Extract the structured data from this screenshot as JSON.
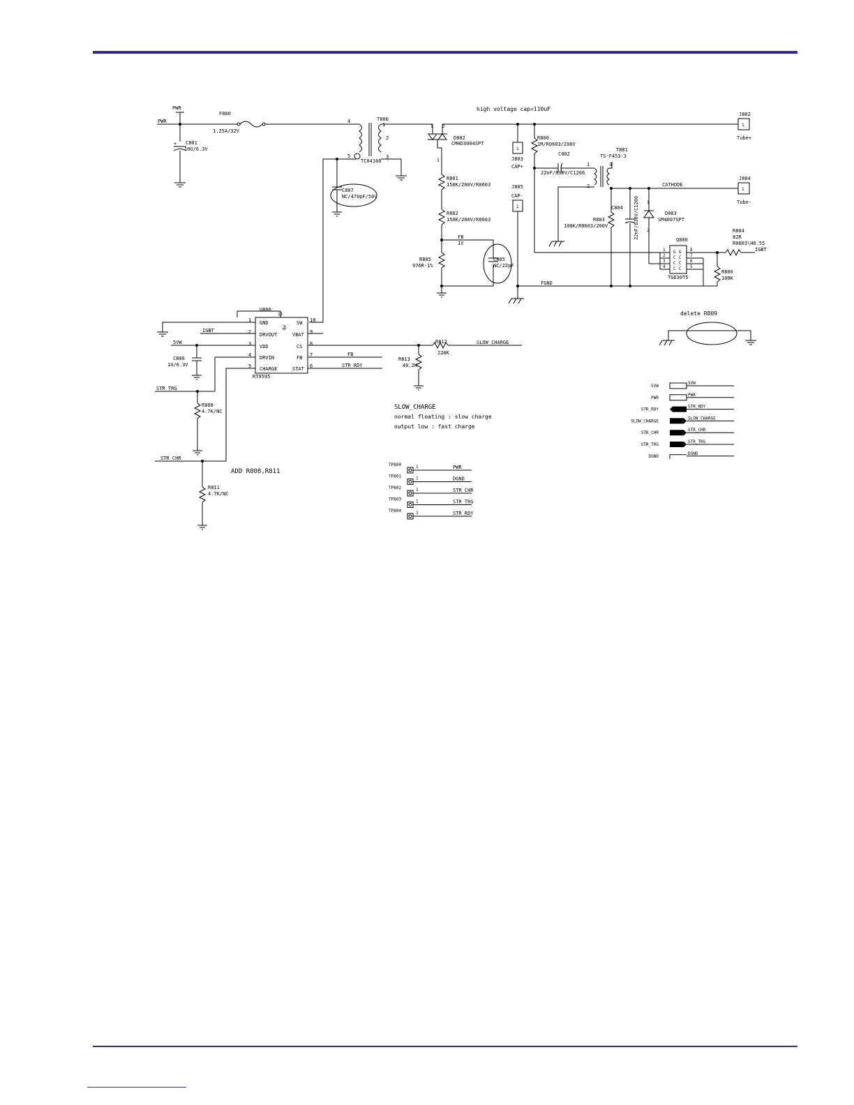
{
  "nets": {
    "pwr": "PWR",
    "pwr_top": "PWR",
    "v5w": "5VW",
    "igbt": "IGBT",
    "str_trg": "STR_TRG",
    "str_chr": "STR_CHR",
    "fb": "FB",
    "str_rdy": "STR_RDY",
    "slow_charge": "SLOW_CHARGE",
    "fgnd": "FGND",
    "cathode": "CATHODE",
    "fb_1v": "1V",
    "igbt_right": "IGBT"
  },
  "parts": {
    "f800": {
      "ref": "F800",
      "value": "1.25A/32V"
    },
    "c801": {
      "ref": "C801",
      "value": "10U/6.3V",
      "plus": "+"
    },
    "t800": {
      "ref": "T800",
      "part": "TC04160",
      "pins": [
        "4",
        "5",
        "1",
        "2",
        "3"
      ]
    },
    "c807": {
      "ref": "C807",
      "value": "NC/470pF/50V"
    },
    "d802": {
      "ref": "D802",
      "part": "CMHD3004SPT",
      "pin_top": "1",
      "pin_right": "2",
      "pin_bottom": "3"
    },
    "r801": {
      "ref": "R801",
      "value": "150K/200V/R0603"
    },
    "r802": {
      "ref": "R802",
      "value": "150K/200V/R0603"
    },
    "r805": {
      "ref": "R805",
      "value": "976R-1%"
    },
    "c805": {
      "ref": "C805",
      "value": "NC/22pF"
    },
    "j803": {
      "ref": "J803",
      "label": "CAP+",
      "pin": "1"
    },
    "j805": {
      "ref": "J805",
      "label": "CAP-",
      "pin": "1"
    },
    "r800": {
      "ref": "R800",
      "value": "1M/R0603/200V"
    },
    "c802": {
      "ref": "C802",
      "value": "22nF/630V/C1206"
    },
    "t801": {
      "ref": "T801",
      "part": "TS-F453-3",
      "pins": [
        "1",
        "3",
        "2"
      ]
    },
    "j802": {
      "ref": "J802",
      "label": "Tube+",
      "pin": "1"
    },
    "j804": {
      "ref": "J804",
      "label": "Tube-",
      "pin": "1"
    },
    "r803": {
      "ref": "R803",
      "value": "100K/R0603/200V"
    },
    "c804": {
      "ref": "C804",
      "value": "22nF/630V/C1206"
    },
    "d803": {
      "ref": "D803",
      "part": "SM4007SPT",
      "pin_top": "1",
      "pin_bottom": "2"
    },
    "q800": {
      "ref": "Q800",
      "part": "TGD30T5"
    },
    "r804": {
      "ref": "R804",
      "value1": "82R",
      "value2": "R0603\\H0.55"
    },
    "r806": {
      "ref": "R806",
      "value": "100K"
    },
    "u800": {
      "ref": "U800",
      "part": "RT9595",
      "pad": "PD",
      "pad_pin": "11"
    },
    "c806": {
      "ref": "C806",
      "value": "1U/6.3V"
    },
    "r812": {
      "ref": "R812",
      "value": "220K"
    },
    "r813": {
      "ref": "R813",
      "value": "40.2K"
    },
    "r808": {
      "ref": "R808",
      "value": "4.7K/NC"
    },
    "r811": {
      "ref": "R811",
      "value": "4.7K/NC"
    }
  },
  "u800_pins_left": [
    {
      "num": "1",
      "name": "GND"
    },
    {
      "num": "2",
      "name": "DRVOUT"
    },
    {
      "num": "3",
      "name": "VDD"
    },
    {
      "num": "4",
      "name": "DRVIN"
    },
    {
      "num": "5",
      "name": "CHARGE"
    }
  ],
  "u800_pins_right": [
    {
      "num": "10",
      "name": "SW"
    },
    {
      "num": "9",
      "name": "VBAT"
    },
    {
      "num": "8",
      "name": "CS"
    },
    {
      "num": "7",
      "name": "FB"
    },
    {
      "num": "6",
      "name": "STAT"
    }
  ],
  "q800_pins": {
    "left": [
      "1",
      "2",
      "3",
      "4"
    ],
    "right": [
      "8",
      "7",
      "6",
      "5"
    ],
    "gates": [
      "G",
      "C",
      "C",
      "C"
    ],
    "emitters": [
      "G",
      "C",
      "C",
      "C"
    ]
  },
  "annotations": {
    "high_voltage": "high voltage cap=110uF",
    "delete_r809": "delete R809",
    "add_r808_r811": "ADD R808,R811",
    "slow_charge_title": "SLOW_CHARGE",
    "slow_charge_line1": "normal floating : slow charge",
    "slow_charge_line2": "output low : fast charge"
  },
  "ports": [
    {
      "label": "5VW",
      "net": "5VW"
    },
    {
      "label": "PWR",
      "net": "PWR"
    },
    {
      "label": "STR_RDY",
      "net": "STR_RDY"
    },
    {
      "label": "SLOW_CHARGE",
      "net": "SLOW_CHARGE"
    },
    {
      "label": "STR_CHR",
      "net": "STR_CHR"
    },
    {
      "label": "STR_TRG",
      "net": "STR_TRG"
    },
    {
      "label": "DGND",
      "net": "DGND"
    }
  ],
  "testpoints": [
    {
      "ref": "TP800",
      "pin": "1",
      "net": "PWR"
    },
    {
      "ref": "TP801",
      "pin": "1",
      "net": "DGND"
    },
    {
      "ref": "TP802",
      "pin": "1",
      "net": "STR_CHR"
    },
    {
      "ref": "TP803",
      "pin": "1",
      "net": "STR_TRG"
    },
    {
      "ref": "TP804",
      "pin": "1",
      "net": "STR_RDY"
    }
  ]
}
